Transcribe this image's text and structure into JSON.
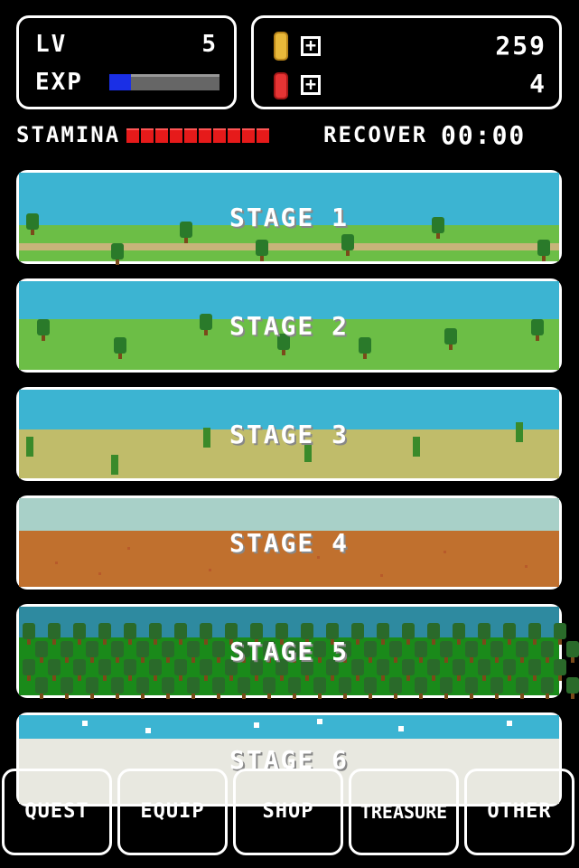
{
  "status": {
    "lv_label": "LV",
    "lv_value": "5",
    "exp_label": "EXP",
    "exp_fraction": 0.2,
    "exp_color": "#1a2fe6"
  },
  "currency": {
    "gold_icon": "gold-coin-icon",
    "gold_value": "259",
    "gem_icon": "red-gem-icon",
    "gem_value": "4",
    "plus_glyph": "+"
  },
  "stamina": {
    "label": "STAMINA",
    "segments": 10,
    "segment_color": "#e61a1a",
    "recover_label": "RECOVER",
    "recover_time": "00:00"
  },
  "stages": [
    {
      "label": "STAGE 1",
      "sky": "#3cb4d2",
      "ground": "#6cbe46"
    },
    {
      "label": "STAGE 2",
      "sky": "#3cb4d2",
      "ground": "#6cbe46"
    },
    {
      "label": "STAGE 3",
      "sky": "#3cb4d2",
      "ground": "#c0bc6a"
    },
    {
      "label": "STAGE 4",
      "sky": "#a8d0c8",
      "ground": "#c0702e"
    },
    {
      "label": "STAGE 5",
      "sky": "#2e8aa0",
      "ground": "#1a8a1a"
    },
    {
      "label": "STAGE 6",
      "sky": "#3cb4d2",
      "ground": "#e8e8e0"
    }
  ],
  "nav": {
    "quest": "QUEST",
    "equip": "EQUIP",
    "shop": "SHOP",
    "treasure": "TREASURE",
    "other": "OTHER"
  }
}
